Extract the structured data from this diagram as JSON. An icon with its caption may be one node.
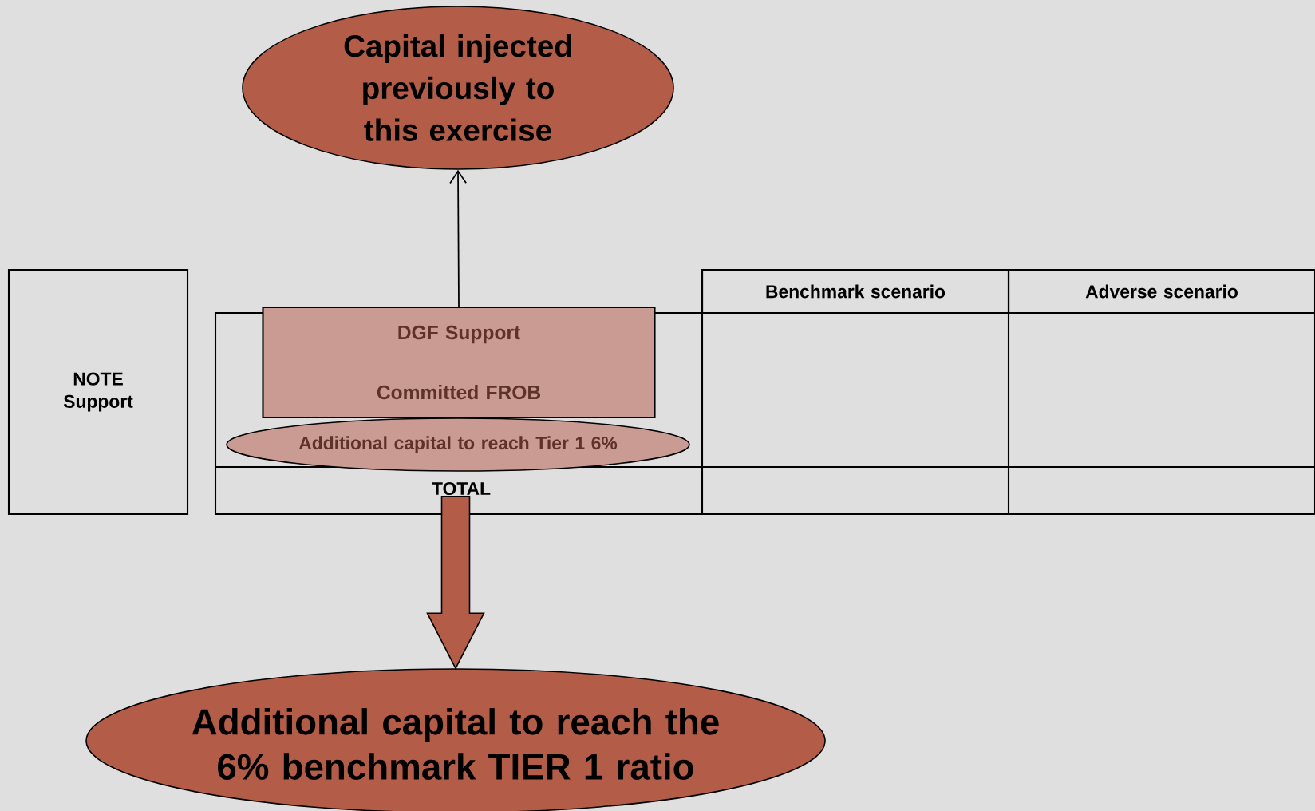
{
  "diagram": {
    "nodes": [
      {
        "text": [
          "Capital injected previously to this exercise"
        ]
      },
      {
        "text": [
          "NOTE Support"
        ]
      },
      {
        "text": [
          "Benchmark scenario"
        ]
      },
      {
        "text": [
          "Adverse scenario"
        ]
      },
      {
        "text": [
          "DGF Support",
          "Committed FROB"
        ]
      },
      {
        "text": [
          "Additional capital to reach Tier 1 6%"
        ]
      },
      {
        "text": [
          "Additional capital to reach the 6% benchmark TIER 1 ratio"
        ]
      },
      {
        "text": [
          "TOTAL"
        ]
      }
    ],
    "edges": [
      {
        "from": 4,
        "to": 0,
        "arrow": "to"
      },
      {
        "from": 7,
        "to": 6,
        "arrow": "to",
        "style": "thick",
        "color": "#b35c47"
      }
    ]
  }
}
